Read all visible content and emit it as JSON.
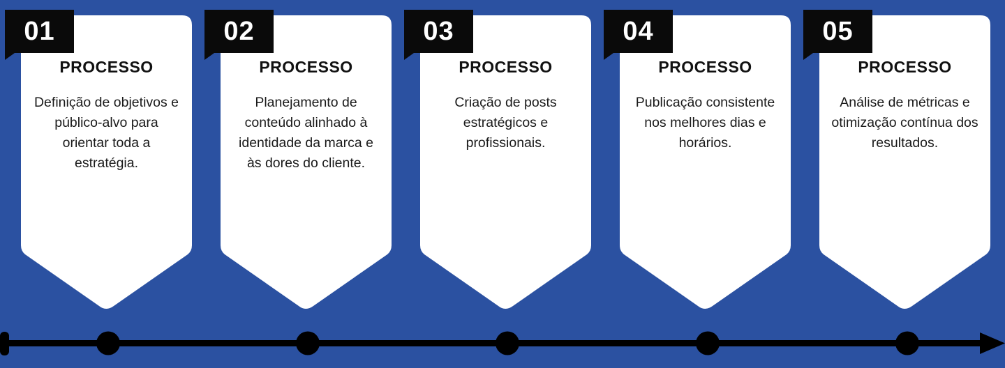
{
  "theme": {
    "background_color": "#2B51A1",
    "card_color": "#FFFFFF",
    "badge_color": "#0A0A0A",
    "badge_text_color": "#FFFFFF",
    "timeline_color": "#000000",
    "heading_color": "#111111",
    "body_text_color": "#1A1A1A"
  },
  "steps": [
    {
      "number": "01",
      "heading": "PROCESSO",
      "description": "Definição de objetivos e público-alvo para orientar toda a estratégia."
    },
    {
      "number": "02",
      "heading": "PROCESSO",
      "description": "Planejamento de conteúdo alinhado à identidade da marca e às dores do cliente."
    },
    {
      "number": "03",
      "heading": "PROCESSO",
      "description": "Criação de posts estratégicos e profissionais."
    },
    {
      "number": "04",
      "heading": "PROCESSO",
      "description": "Publicação consistente nos melhores dias e horários."
    },
    {
      "number": "05",
      "heading": "PROCESSO",
      "description": "Análise de métricas e otimização contínua dos resultados."
    }
  ],
  "timeline": {
    "marker_count": 5,
    "start_cap": "round-bar",
    "end_cap": "arrowhead"
  }
}
